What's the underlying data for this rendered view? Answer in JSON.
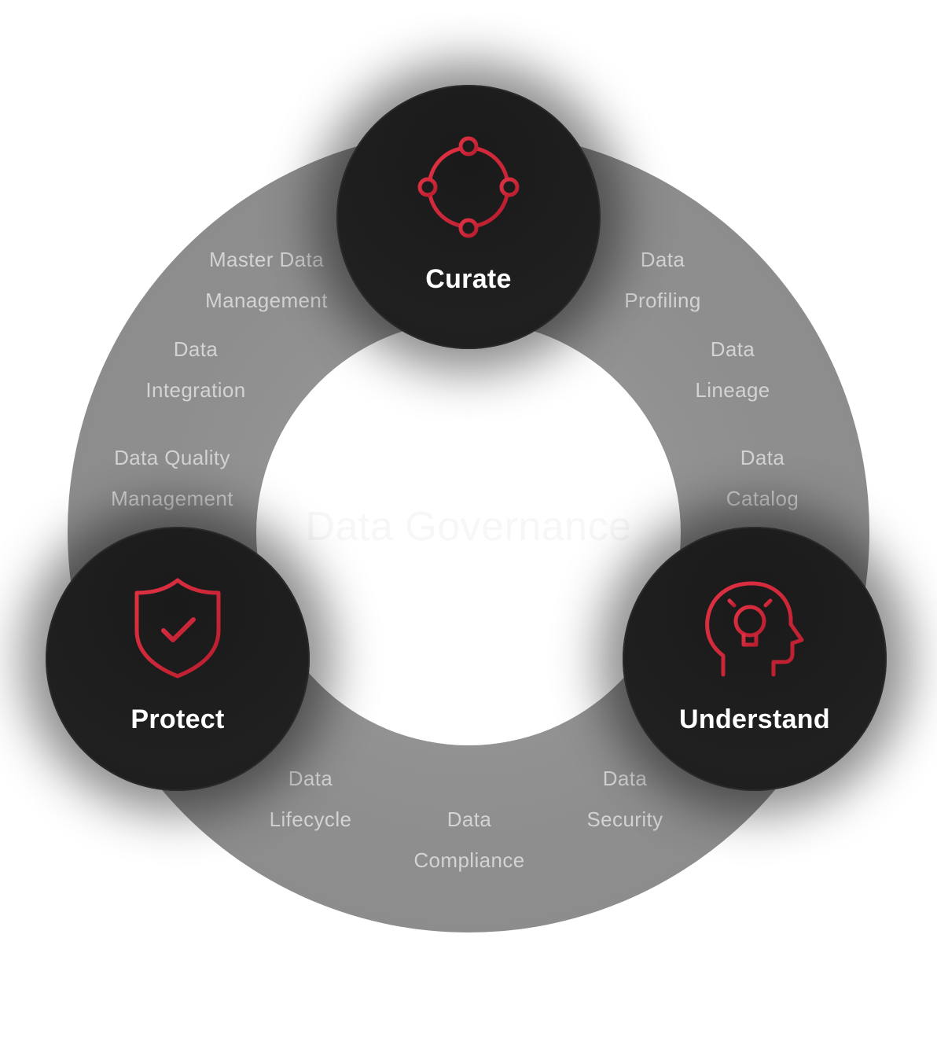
{
  "diagram": {
    "center_title": "Data Governance",
    "accent_color": "#d4283a",
    "nodes": [
      {
        "id": "curate",
        "label": "Curate",
        "icon": "target-plus-icon"
      },
      {
        "id": "protect",
        "label": "Protect",
        "icon": "shield-check-icon"
      },
      {
        "id": "understand",
        "label": "Understand",
        "icon": "head-lightbulb-icon"
      }
    ],
    "ring_labels": [
      {
        "line1": "Master Data",
        "line2": "Management"
      },
      {
        "line1": "Data",
        "line2": "Integration"
      },
      {
        "line1": "Data Quality",
        "line2": "Management"
      },
      {
        "line1": "Data",
        "line2": "Profiling"
      },
      {
        "line1": "Data",
        "line2": "Lineage"
      },
      {
        "line1": "Data",
        "line2": "Catalog"
      },
      {
        "line1": "Data",
        "line2": "Lifecycle"
      },
      {
        "line1": "Data",
        "line2": "Compliance"
      },
      {
        "line1": "Data",
        "line2": "Security"
      }
    ]
  }
}
